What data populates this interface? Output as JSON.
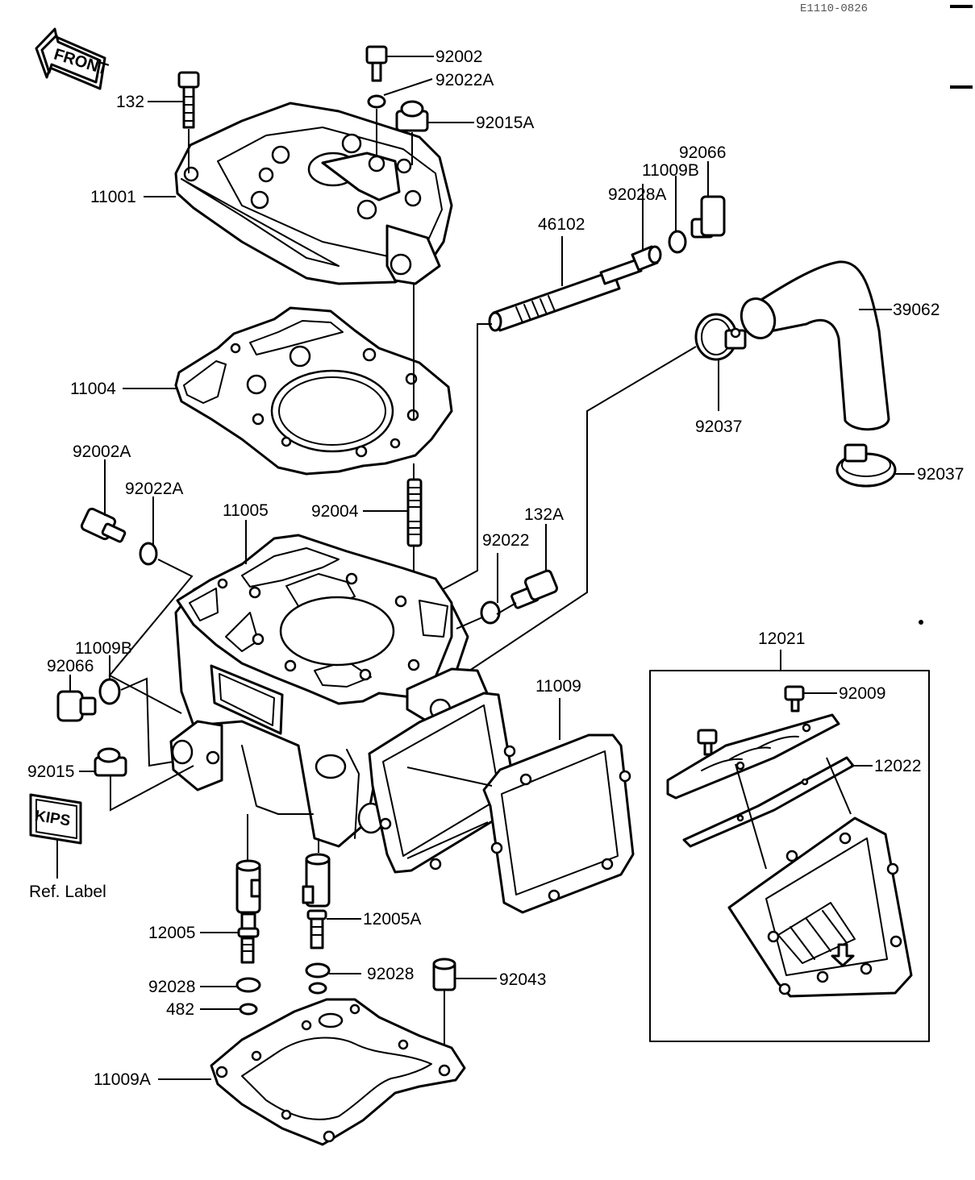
{
  "diagram_code": "E1110-0826",
  "front_label": "FRONT",
  "kips_label": "KIPS",
  "ref_label": "Ref. Label",
  "parts": {
    "p132": "132",
    "p11001": "11001",
    "p92002": "92002",
    "p92022A_top": "92022A",
    "p92015A": "92015A",
    "p92066_right": "92066",
    "p11009B_right": "11009B",
    "p92028A": "92028A",
    "p46102": "46102",
    "p39062": "39062",
    "p92037_upper": "92037",
    "p92037_lower": "92037",
    "p11004": "11004",
    "p92002A": "92002A",
    "p92022A_left": "92022A",
    "p11005": "11005",
    "p92004": "92004",
    "p132A": "132A",
    "p92022": "92022",
    "p11009B_left": "11009B",
    "p92066_left": "92066",
    "p92015": "92015",
    "p11009": "11009",
    "p12021": "12021",
    "p92009": "92009",
    "p12022": "12022",
    "p12005": "12005",
    "p12005A": "12005A",
    "p92028_left": "92028",
    "p92028_right": "92028",
    "p482": "482",
    "p92043": "92043",
    "p11009A": "11009A"
  }
}
